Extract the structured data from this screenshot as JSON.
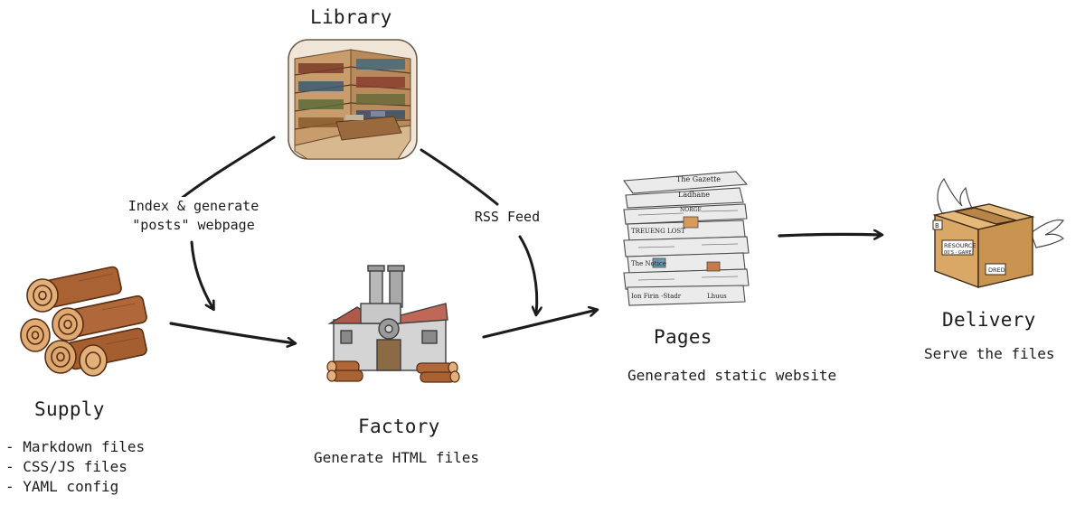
{
  "nodes": {
    "library": {
      "title": "Library"
    },
    "supply": {
      "title": "Supply",
      "items": [
        "- Markdown files",
        "- CSS/JS files",
        "- YAML config"
      ]
    },
    "factory": {
      "title": "Factory",
      "subtitle": "Generate HTML files"
    },
    "pages": {
      "title": "Pages",
      "subtitle": "Generated static website"
    },
    "delivery": {
      "title": "Delivery",
      "subtitle": "Serve the files"
    }
  },
  "edges": {
    "index_label_line1": "Index & generate",
    "index_label_line2": "\"posts\" webpage",
    "rss_label": "RSS Feed"
  },
  "illustration_text": {
    "newspaper_lines": [
      "The Gazette",
      "Ladhane",
      "NORGE",
      "TREUENG LOST",
      "The Notice",
      "Ion Firin -Stadr",
      "Lhuus"
    ],
    "box_stamps": [
      "RESOURCE",
      "00'S - GAME",
      "DRED",
      "B"
    ]
  },
  "colors": {
    "ink": "#1c1c1c",
    "wood": "#b8743f",
    "wood_dark": "#7a4520",
    "factory_roof": "#b0584a",
    "box": "#d9a867"
  }
}
